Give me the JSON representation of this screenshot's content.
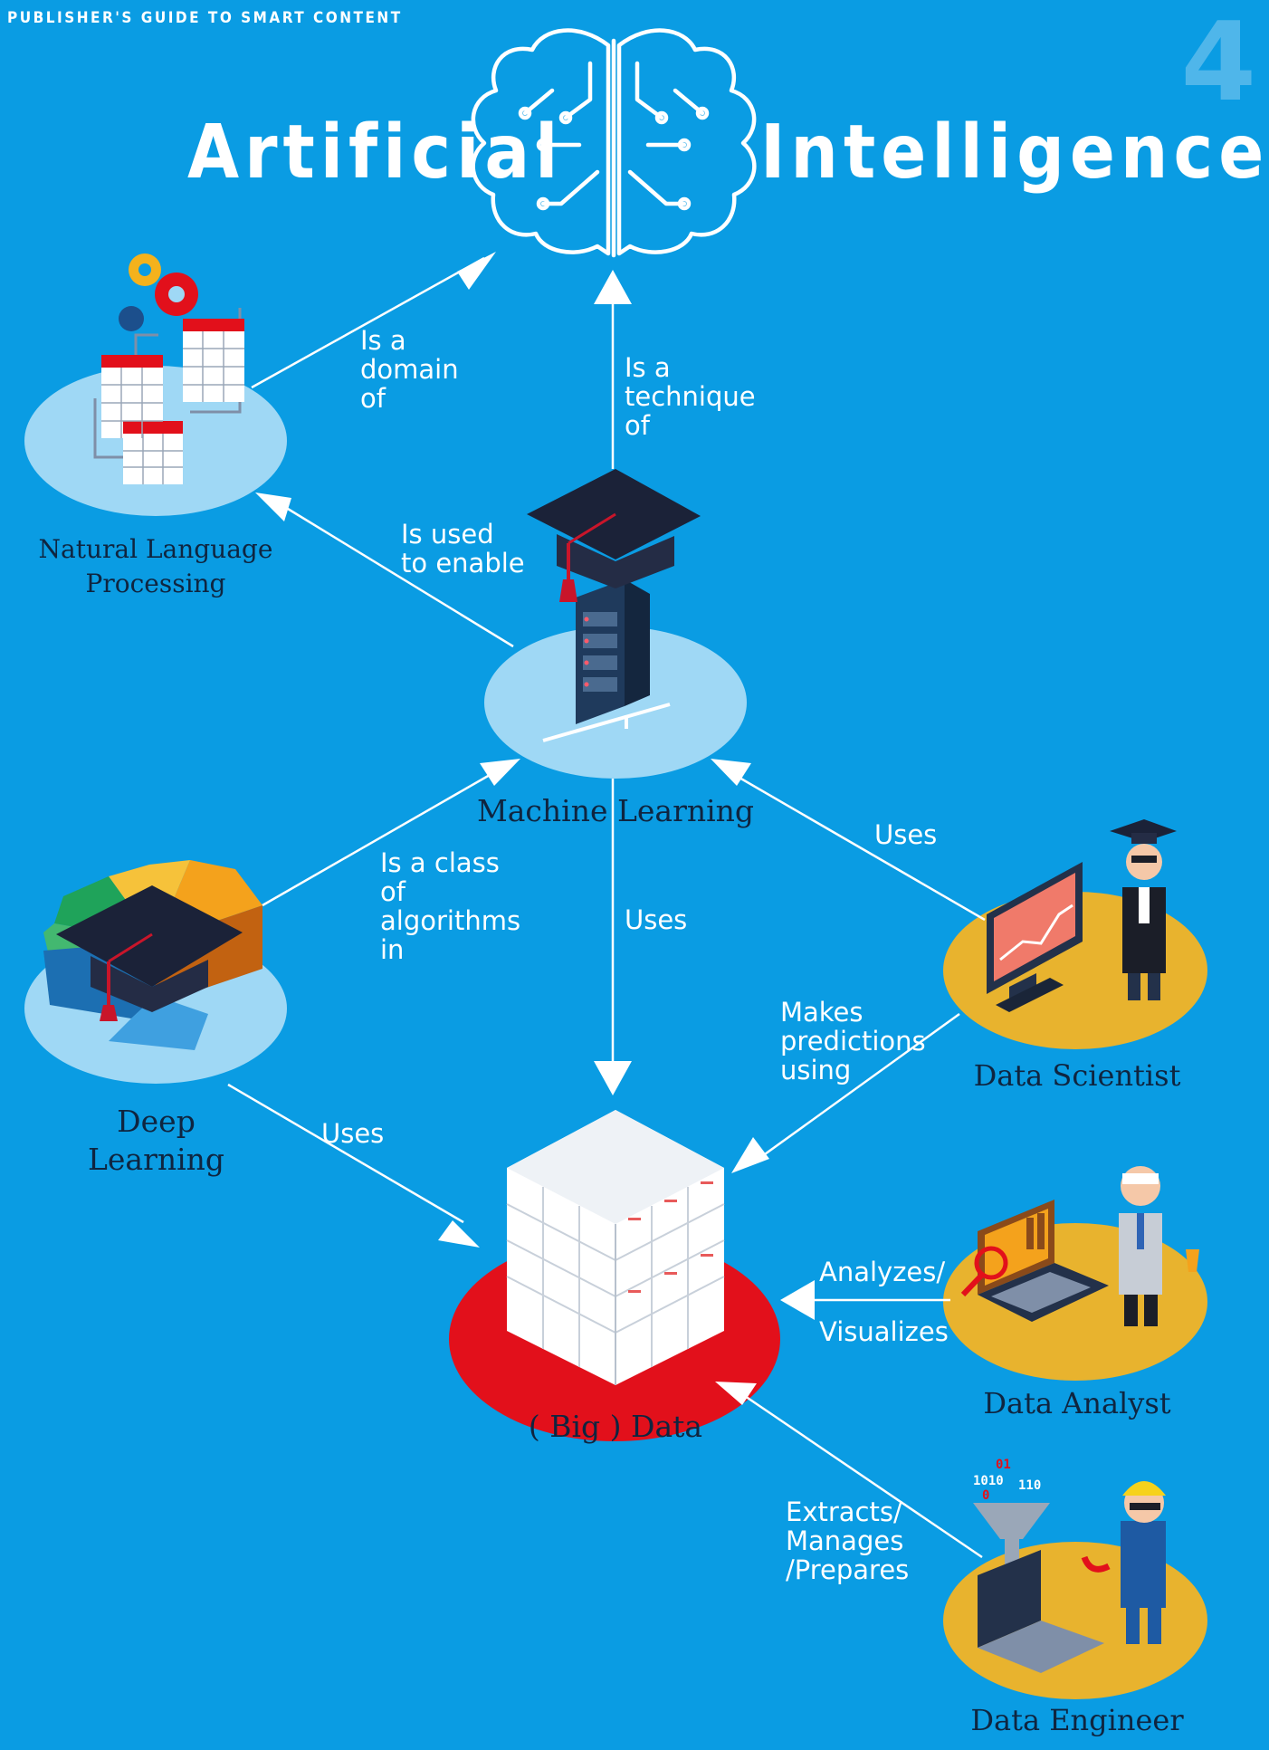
{
  "header": {
    "publication": "PUBLISHER'S GUIDE TO SMART CONTENT",
    "page_number": "4"
  },
  "title": {
    "left": "Artificial",
    "right": "Intelligence"
  },
  "nodes": {
    "nlp": "Natural Language\nProcessing",
    "ml": "Machine Learning",
    "dl": "Deep\nLearning",
    "big_data": "( Big ) Data",
    "scientist": "Data Scientist",
    "analyst": "Data Analyst",
    "engineer": "Data Engineer"
  },
  "edges": {
    "nlp_ai": "Is a\ndomain\nof",
    "ml_ai": "Is a\ntechnique\nof",
    "ml_nlp": "Is used\nto enable",
    "dl_ml": "Is a class\nof\nalgorithms\nin",
    "ml_data": "Uses",
    "scientist_ml": "Uses",
    "dl_data": "Uses",
    "scientist_data": "Makes\npredictions\nusing",
    "analyst_data_1": "Analyzes/",
    "analyst_data_2": "Visualizes",
    "engineer_data": "Extracts/\nManages\n/Prepares"
  },
  "colors": {
    "background": "#0a9ce3",
    "platform_light": "#9fd8f5",
    "platform_gold": "#e8b32e",
    "platform_red": "#e2101b",
    "node_text": "#0f2540"
  },
  "icons": [
    "brain-circuit-icon",
    "gears-tables-icon",
    "graduation-cap-server-icon",
    "pie-chart-cap-icon",
    "documents-stack-icon",
    "scientist-monitor-icon",
    "analyst-laptop-icon",
    "engineer-funnel-icon"
  ]
}
